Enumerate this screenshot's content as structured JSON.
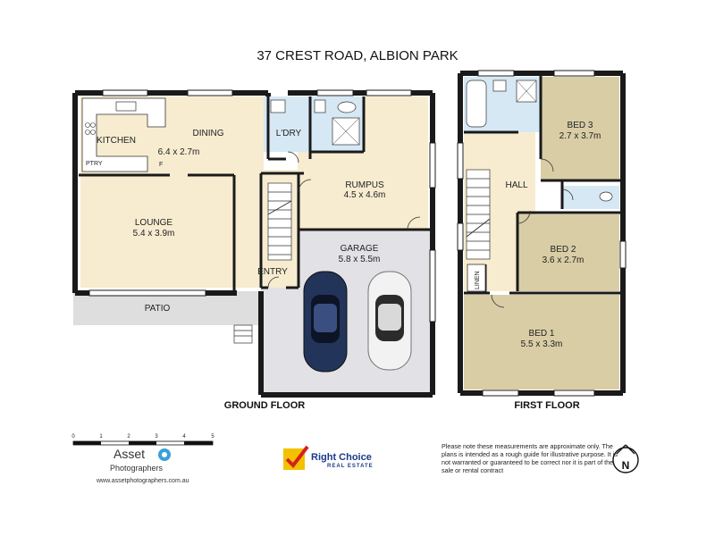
{
  "title": "37 CREST ROAD, ALBION PARK",
  "floors": {
    "ground": "GROUND FLOOR",
    "first": "FIRST FLOOR"
  },
  "rooms": {
    "kitchen": "KITCHEN",
    "dining": "DINING",
    "dining_size": "6.4 x 2.7m",
    "ptry": "PTRY",
    "fridge": "F",
    "laundry": "L'DRY",
    "rumpus": "RUMPUS",
    "rumpus_size": "4.5 x 4.6m",
    "lounge": "LOUNGE",
    "lounge_size": "5.4 x 3.9m",
    "garage": "GARAGE",
    "garage_size": "5.8 x 5.5m",
    "entry": "ENTRY",
    "patio": "PATIO",
    "bed3": "BED 3",
    "bed3_size": "2.7 x 3.7m",
    "hall": "HALL",
    "bed2": "BED 2",
    "bed2_size": "3.6 x 2.7m",
    "linen": "LINEN",
    "bed1": "BED 1",
    "bed1_size": "5.5 x 3.3m"
  },
  "scale": {
    "ticks": [
      "0",
      "1",
      "2",
      "3",
      "4",
      "5"
    ]
  },
  "branding": {
    "asset_name": "Asset",
    "asset_sub": "Photographers",
    "asset_url": "www.assetphotographers.com.au",
    "agency_name": "Right Choice",
    "agency_sub": "REAL ESTATE"
  },
  "disclaimer": "Please note these measurements are approximate only. The plans is intended as a rough guide for illustrative purpose. It is not warranted or guaranteed to be correct nor it is part of the sale or rental contract",
  "north": "N",
  "colors": {
    "living": "#f7ecd0",
    "bedroom": "#d9cda6",
    "wet": "#d6e8f4",
    "garage": "#e2e2e6",
    "patio": "#dedede",
    "wall": "#1a1a1a"
  }
}
